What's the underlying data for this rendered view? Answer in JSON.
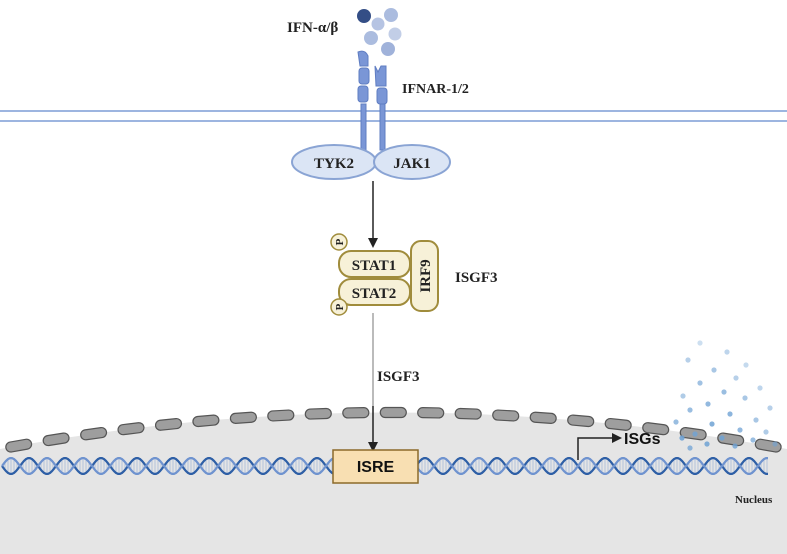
{
  "labels": {
    "ligand": "IFN-α/β",
    "receptor": "IFNAR-1/2",
    "kinase_left": "TYK2",
    "kinase_right": "JAK1",
    "stat1": "STAT1",
    "stat2": "STAT2",
    "irf9": "IRF9",
    "phospho": "P",
    "complex": "ISGF3",
    "translocating_complex": "ISGF3",
    "promoter": "ISRE",
    "genes": "ISGs",
    "compartment": "Nucleus"
  },
  "colors": {
    "membrane": "#9db5e0",
    "receptor": "#7a96d6",
    "kinase_fill": "#dbe5f5",
    "kinase_stroke": "#8aa4d4",
    "stat_fill": "#f7f1d8",
    "stat_stroke": "#a08c3c",
    "isre_fill": "#f8dfb2",
    "isre_stroke": "#8c6a2a",
    "nucleus_fill": "#e5e5e5",
    "dna_dark": "#2e5fa6",
    "dna_light": "#6f93cf",
    "product_dot": "#6fa2d4",
    "ligand_dot": "#8fa5d4",
    "ligand_dot_dark": "#344e86"
  }
}
